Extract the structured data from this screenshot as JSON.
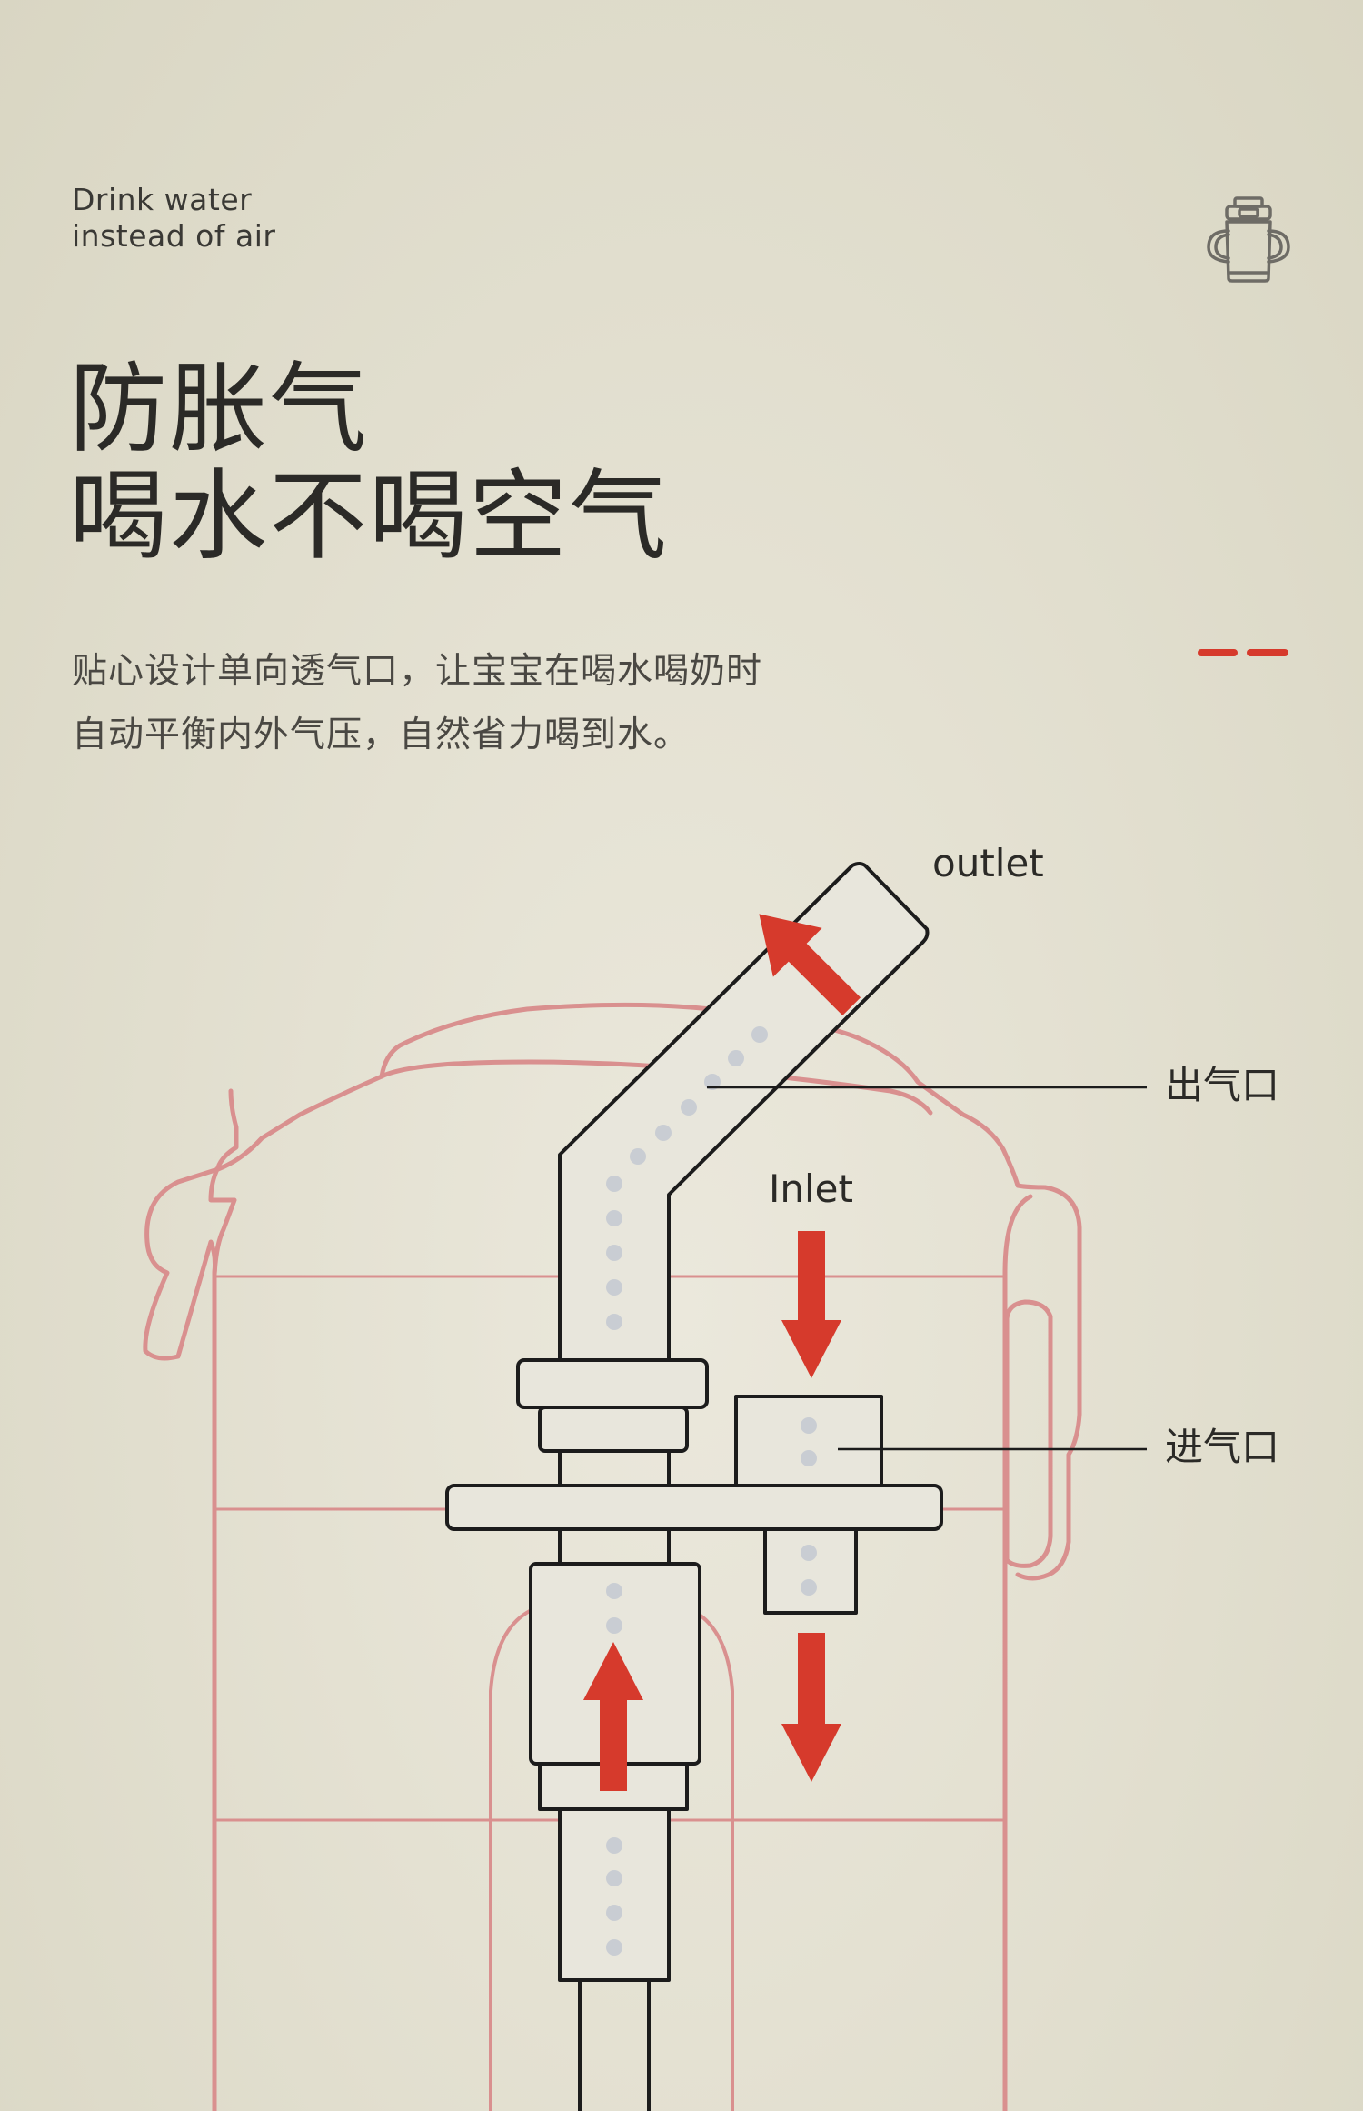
{
  "header": {
    "tagline": [
      "Drink water",
      "instead of air"
    ],
    "icon": "baby-cup-icon"
  },
  "headline": [
    "防胀气",
    "喝水不喝空气"
  ],
  "description": [
    "贴心设计单向透气口，让宝宝在喝水喝奶时",
    "自动平衡内外气压，自然省力喝到水。"
  ],
  "diagram": {
    "outlet_label": "outlet",
    "inlet_label": "Inlet",
    "outlet_vent_label": "出气口",
    "inlet_vent_label": "进气口"
  },
  "colors": {
    "accent_red": "#d63a2c",
    "cup_outline": "#d9908f",
    "line": "#1c1c1c",
    "dots": "#c9cdd3"
  }
}
